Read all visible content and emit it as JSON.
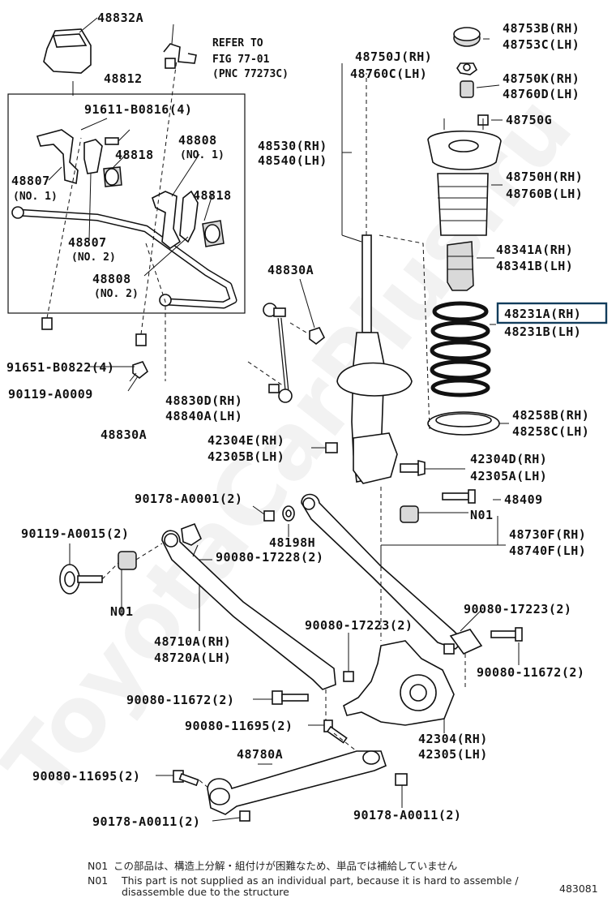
{
  "watermark": "ToyotaCarPlus.ru",
  "diagram_id": "483081",
  "refer": {
    "line1": "REFER TO",
    "line2": "FIG 77-01",
    "line3": "(PNC 77273C)"
  },
  "labels": {
    "p48832A": "48832A",
    "p48812": "48812",
    "p91611": "91611-B0816(4)",
    "p48808_1": "48808",
    "p48808_1n": "(NO. 1)",
    "p48818_a": "48818",
    "p48818_b": "48818",
    "p48807_1": "48807",
    "p48807_1n": "(NO. 1)",
    "p48807_2": "48807",
    "p48807_2n": "(NO. 2)",
    "p48808_2": "48808",
    "p48808_2n": "(NO. 2)",
    "p91651": "91651-B0822(4)",
    "p90119_9": "90119-A0009",
    "p48830A_a": "48830A",
    "p48830A_b": "48830A",
    "p48830D": "48830D(RH)",
    "p48840A": "48840A(LH)",
    "p48750J": "48750J(RH)",
    "p48760C": "48760C(LH)",
    "p48530": "48530(RH)",
    "p48540": "48540(LH)",
    "p48753B": "48753B(RH)",
    "p48753C": "48753C(LH)",
    "p48750K": "48750K(RH)",
    "p48760D": "48760D(LH)",
    "p48750G": "48750G",
    "p48750H": "48750H(RH)",
    "p48760B": "48760B(LH)",
    "p48341A": "48341A(RH)",
    "p48341B": "48341B(LH)",
    "p48231A": "48231A(RH)",
    "p48231B": "48231B(LH)",
    "p48258B": "48258B(RH)",
    "p48258C": "48258C(LH)",
    "p42304E": "42304E(RH)",
    "p42305B": "42305B(LH)",
    "p42304D": "42304D(RH)",
    "p42305A": "42305A(LH)",
    "p90178_1": "90178-A0001(2)",
    "p48409": "48409",
    "n01_a": "N01",
    "p48198H": "48198H",
    "p48730F": "48730F(RH)",
    "p48740F": "48740F(LH)",
    "p90119_15": "90119-A0015(2)",
    "p90080_17228": "90080-17228(2)",
    "n01_b": "N01",
    "p90080_17223_a": "90080-17223(2)",
    "p90080_17223_b": "90080-17223(2)",
    "p48710A": "48710A(RH)",
    "p48720A": "48720A(LH)",
    "p90080_11672_a": "90080-11672(2)",
    "p90080_11672_b": "90080-11672(2)",
    "p90080_11695_a": "90080-11695(2)",
    "p90080_11695_b": "90080-11695(2)",
    "p42304": "42304(RH)",
    "p42305": "42305(LH)",
    "p48780A": "48780A",
    "p90178_11_a": "90178-A0011(2)",
    "p90178_11_b": "90178-A0011(2)"
  },
  "notes": {
    "jp_code": "N01",
    "jp_text": "この部品は、構造上分解・組付けが困難なため、単品では補給していません",
    "en_code": "N01",
    "en_text_1": "This part is not supplied as an individual part, because it is hard to assemble /",
    "en_text_2": "disassemble due to the structure"
  }
}
